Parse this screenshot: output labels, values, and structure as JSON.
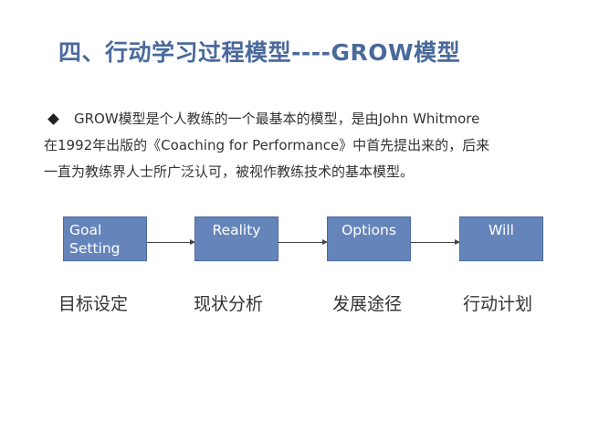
{
  "title": "四、行动学习过程模型----GROW模型",
  "bullet": {
    "lines": [
      "GROW模型是个人教练的一个最基本的模型，是由John Whitmore",
      "在1992年出版的《Coaching for Performance》中首先提出来的，后来",
      "一直为教练界人士所广泛认可，被视作教练技术的基本模型。"
    ]
  },
  "flow": {
    "steps": [
      {
        "label_line1": "Goal",
        "label_line2": "Setting",
        "caption": "目标设定"
      },
      {
        "label_line1": "Reality",
        "label_line2": "",
        "caption": "现状分析"
      },
      {
        "label_line1": "Options",
        "label_line2": "",
        "caption": "发展途径"
      },
      {
        "label_line1": "Will",
        "label_line2": "",
        "caption": "行动计划"
      }
    ]
  },
  "colors": {
    "title": "#4a6a9c",
    "box_fill": "#6584ba",
    "text": "#333333"
  }
}
